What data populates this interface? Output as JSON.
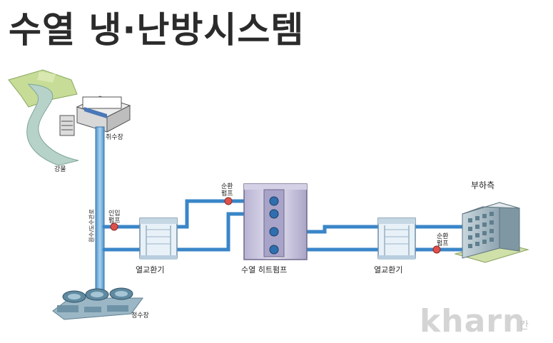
{
  "title": "수열 냉·난방시스템",
  "labels": {
    "intake_station": "취수장",
    "river": "강물",
    "conduit": "원수/도수관로",
    "inlet_pump_line1": "인입",
    "inlet_pump_line2": "펌프",
    "circ_pump_top_line1": "순환",
    "circ_pump_top_line2": "펌프",
    "heat_exchanger_left": "열교환기",
    "heat_pump": "수열 히트펌프",
    "heat_exchanger_right": "열교환기",
    "load_side": "부하측",
    "circ_pump_right_line1": "순환",
    "circ_pump_right_line2": "펌프",
    "purification_plant": "정수장"
  },
  "watermark": {
    "text": "kharn",
    "sub": "칸"
  },
  "colors": {
    "pipe": "#3a86c8",
    "pipe_light": "#7fb8e6",
    "pump": "#e0504a",
    "machine": "#c9c5dc",
    "machine_dark": "#8a86a8",
    "building": "#8fa3ad",
    "river": "#a8c8c0",
    "grass": "#b9d98a",
    "conduit": "#6aa8d6"
  }
}
